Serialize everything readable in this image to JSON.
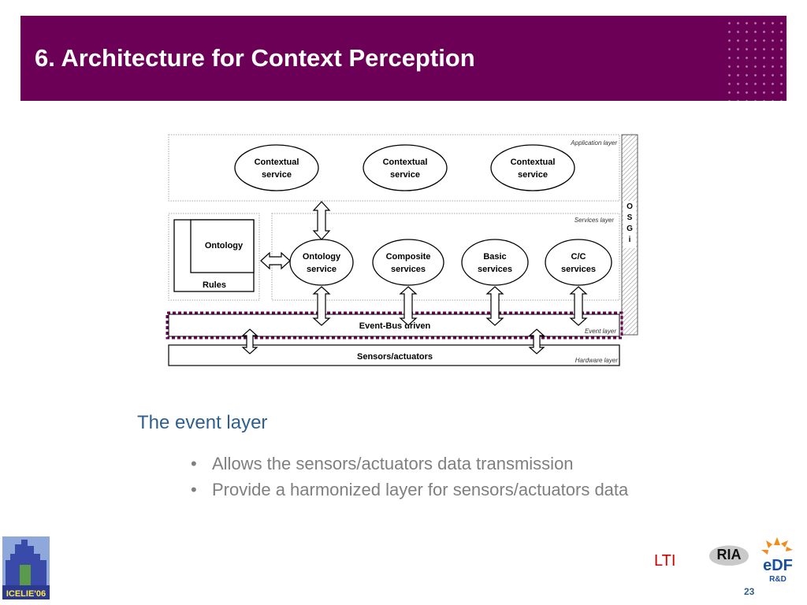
{
  "slide": {
    "title": "6. Architecture for Context Perception",
    "section_heading": "The event layer",
    "bullets": [
      "Allows the sensors/actuators data transmission",
      "Provide a harmonized layer for sensors/actuators data"
    ],
    "page_number": "23",
    "footer_lti": "LTI"
  },
  "diagram": {
    "layers": {
      "application": "Application layer",
      "services": "Services layer",
      "event": "Event layer",
      "hardware": "Hardware layer"
    },
    "osgi": [
      "O",
      "S",
      "G",
      "i"
    ],
    "app_services": [
      {
        "line1": "Contextual",
        "line2": "service"
      },
      {
        "line1": "Contextual",
        "line2": "service"
      },
      {
        "line1": "Contextual",
        "line2": "service"
      }
    ],
    "services": [
      {
        "line1": "Ontology",
        "line2": "service"
      },
      {
        "line1": "Composite",
        "line2": "services"
      },
      {
        "line1": "Basic",
        "line2": "services"
      },
      {
        "line1": "C/C",
        "line2": "services"
      }
    ],
    "ontology_label": "Ontology",
    "rules_label": "Rules",
    "event_bus": "Event-Bus driven",
    "sensors": "Sensors/actuators"
  },
  "logos": {
    "icelie": "ICELIE'06",
    "inria": "RIA",
    "edf": "eDF",
    "rd": "R&D"
  },
  "colors": {
    "title_bg": "#6b0056",
    "heading": "#2e5f8f",
    "bullet_text": "#7f7f7f",
    "lti": "#cc0000",
    "highlight": "#6b0056"
  }
}
